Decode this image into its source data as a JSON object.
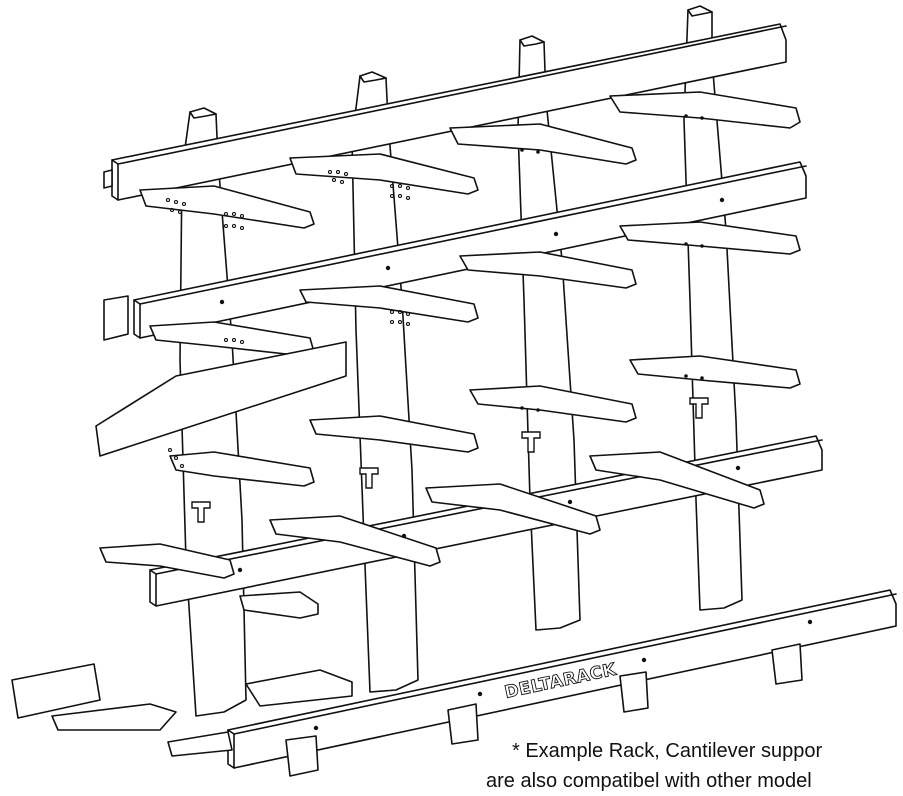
{
  "image": {
    "subject": "cantilever-rack",
    "logo_text": "DELTARACK",
    "upright_badge": "T"
  },
  "caption": {
    "line1": "* Example Rack, Cantilever suppor",
    "line2": "are also compatibel with other model"
  },
  "colors": {
    "line": "#111111",
    "fill": "#ffffff"
  }
}
